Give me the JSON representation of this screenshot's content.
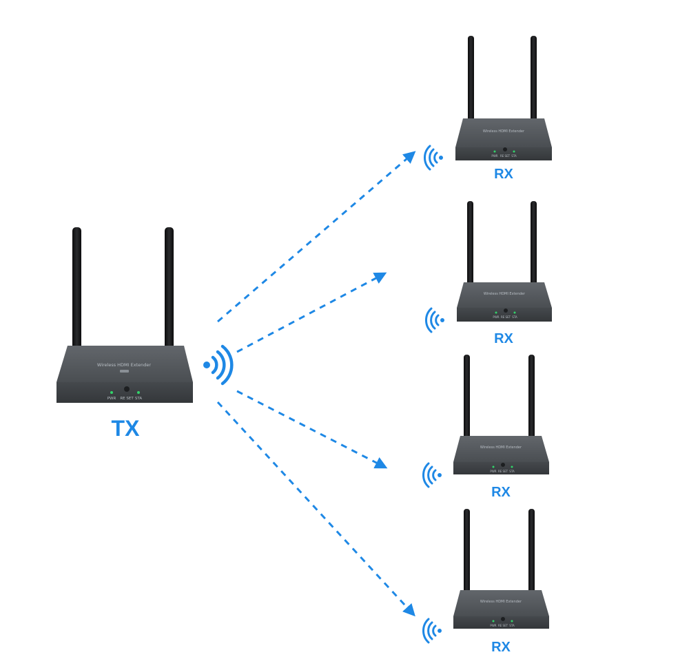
{
  "transmitter": {
    "label": "TX",
    "device_title": "Wireless HDMI Extender",
    "indicators": [
      "PWR",
      "RE SET",
      "STA"
    ]
  },
  "receivers": [
    {
      "label": "RX",
      "device_title": "Wireless HDMI Extender",
      "indicators": [
        "PWR",
        "RE SET",
        "STA"
      ]
    },
    {
      "label": "RX",
      "device_title": "Wireless HDMI Extender",
      "indicators": [
        "PWR",
        "RE SET",
        "STA"
      ]
    },
    {
      "label": "RX",
      "device_title": "Wireless HDMI Extender",
      "indicators": [
        "PWR",
        "RE SET",
        "STA"
      ]
    },
    {
      "label": "RX",
      "device_title": "Wireless HDMI Extender",
      "indicators": [
        "PWR",
        "RE SET",
        "STA"
      ]
    }
  ],
  "colors": {
    "accent": "#1e88e5",
    "device_body": "#4f5357",
    "device_front": "#3c3f43",
    "antenna": "#151617",
    "led": "#32d46a"
  },
  "icons": {
    "signal": "wifi-signal-icon"
  }
}
